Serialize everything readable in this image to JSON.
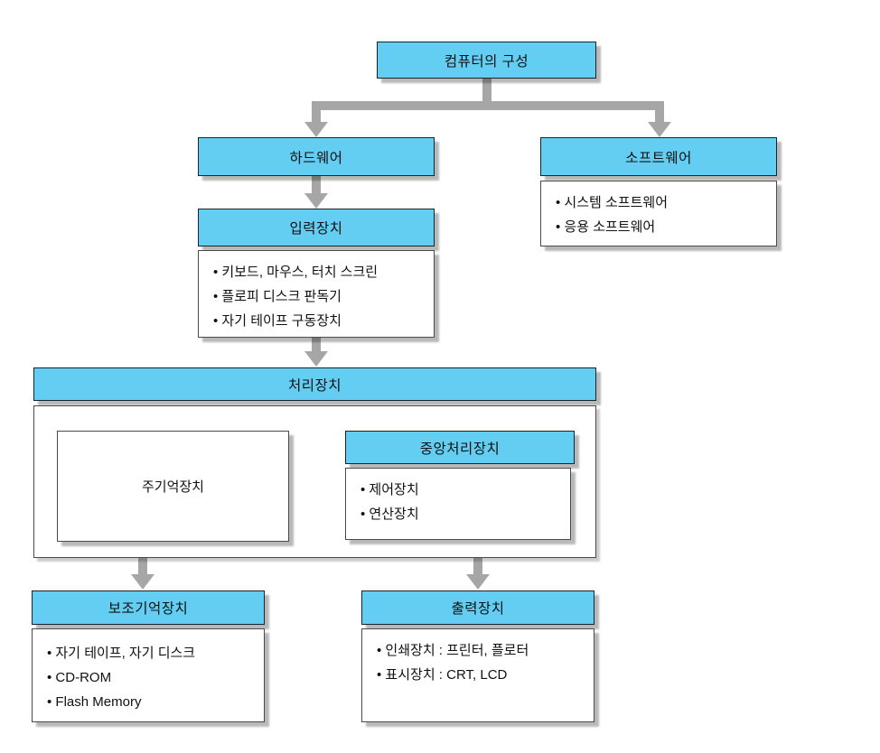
{
  "colors": {
    "node_fill": "#63cdf2",
    "node_border": "#17242c",
    "list_border": "#4a4a4a",
    "connector": "#a6a6a6",
    "background": "#ffffff",
    "text": "#111111"
  },
  "diagram": {
    "root": {
      "label": "컴퓨터의 구성"
    },
    "hardware": {
      "label": "하드웨어"
    },
    "software": {
      "label": "소프트웨어",
      "items": [
        "시스템 소프트웨어",
        "응용 소프트웨어"
      ]
    },
    "input": {
      "label": "입력장치",
      "items": [
        "키보드, 마우스, 터치 스크린",
        "플로피 디스크 판독기",
        "자기 테이프 구동장치"
      ]
    },
    "processing": {
      "label": "처리장치"
    },
    "main_memory": {
      "label": "주기억장치"
    },
    "cpu": {
      "label": "중앙처리장치",
      "items": [
        "제어장치",
        "연산장치"
      ]
    },
    "auxiliary": {
      "label": "보조기억장치",
      "items": [
        "자기 테이프, 자기 디스크",
        "CD-ROM",
        "Flash Memory"
      ]
    },
    "output": {
      "label": "출력장치",
      "items": [
        "인쇄장치 : 프린터, 플로터",
        "표시장치 : CRT, LCD"
      ]
    }
  }
}
